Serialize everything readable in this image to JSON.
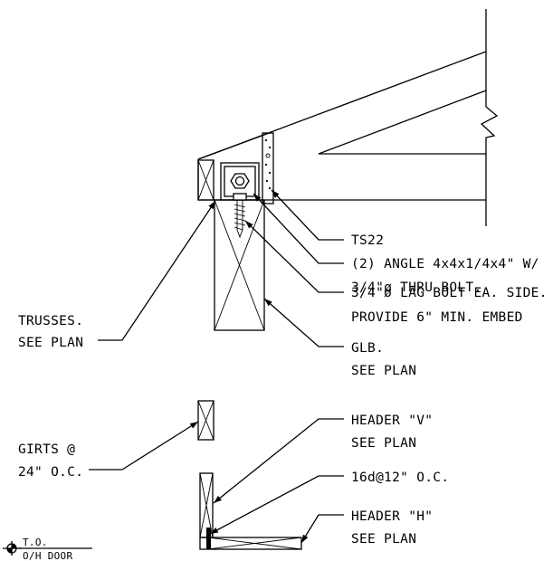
{
  "callouts": {
    "ts22": "TS22",
    "angle_line1": "(2) ANGLE 4x4x1/4x4\" W/",
    "angle_line2": "3/4\"ø THRU BOLT.",
    "lag_line1": "3/4\"ø LAG BOLT EA. SIDE.",
    "lag_line2": "PROVIDE 6\" MIN. EMBED",
    "trusses_line1": "TRUSSES.",
    "trusses_line2": "SEE PLAN",
    "glb_line1": "GLB.",
    "glb_line2": "SEE PLAN",
    "header_v_line1": "HEADER \"V\"",
    "header_v_line2": "SEE PLAN",
    "girts_line1": "GIRTS @",
    "girts_line2": "24\" O.C.",
    "nails": "16d@12\" O.C.",
    "header_h_line1": "HEADER \"H\"",
    "header_h_line2": "SEE PLAN"
  },
  "elevation_marker": {
    "top": "T.O.",
    "bottom": "O/H DOOR"
  }
}
